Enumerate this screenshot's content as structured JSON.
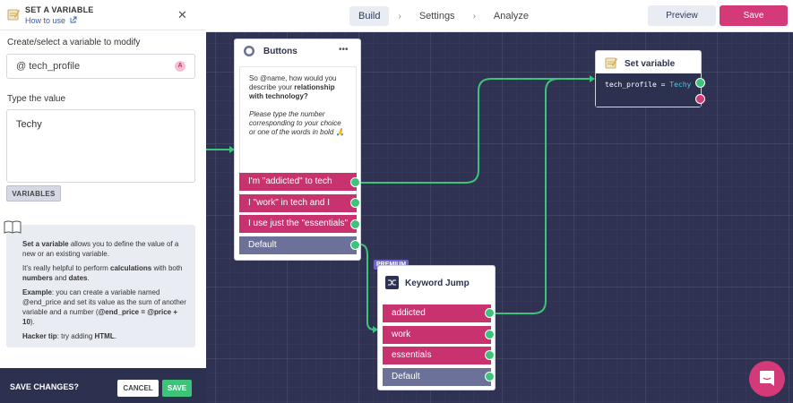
{
  "topbar": {
    "steps": [
      "Build",
      "Settings",
      "Analyze"
    ],
    "preview_label": "Preview",
    "save_label": "Save"
  },
  "sidebar": {
    "title": "SET A VARIABLE",
    "how_to": "How to use",
    "select_label": "Create/select a variable to modify",
    "variable_value": "@ tech_profile",
    "variable_badge": "A",
    "type_label": "Type the value",
    "value_text": "Techy",
    "variables_btn": "VARIABLES",
    "help": {
      "p1_bold": "Set a variable",
      "p1_rest": " allows you to define the value of a new or an existing variable.",
      "p2_a": "It's really helpful to perform ",
      "p2_b": "calculations",
      "p2_c": " with both ",
      "p2_d": "numbers",
      "p2_e": " and ",
      "p2_f": "dates",
      "p2_g": ".",
      "p3_bold": "Example",
      "p3_a": ": you can create a variable named @end_price and set its value as the sum of another variable and a number (",
      "p3_b": "@end_price = @price + 10",
      "p3_c": ").",
      "p4_bold": "Hacker tip",
      "p4_a": ": try adding ",
      "p4_b": "HTML",
      "p4_c": "."
    },
    "footer_label": "SAVE CHANGES?",
    "cancel_label": "CANCEL",
    "save_label": "SAVE"
  },
  "buttons_node": {
    "title": "Buttons",
    "menu": "•••",
    "msg_a": "So @name, how would you describe your ",
    "msg_b": "relationship with technology?",
    "msg_italic": "Please type the number corresponding to your choice or one of the words in bold 🙏",
    "options": [
      "I'm \"addicted\" to tech",
      "I \"work\" in tech and I",
      "I use just the \"essentials\"",
      "Default"
    ]
  },
  "keyword_node": {
    "premium": "PREMIUM",
    "title": "Keyword Jump",
    "options": [
      "addicted",
      "work",
      "essentials",
      "Default"
    ]
  },
  "setvar_node": {
    "title": "Set variable",
    "var_name": "tech_profile",
    "eq": "=",
    "var_value": "Techy"
  },
  "colors": {
    "accent": "#d43a77",
    "port_green": "#3ec47a",
    "canvas": "#2f3252"
  }
}
